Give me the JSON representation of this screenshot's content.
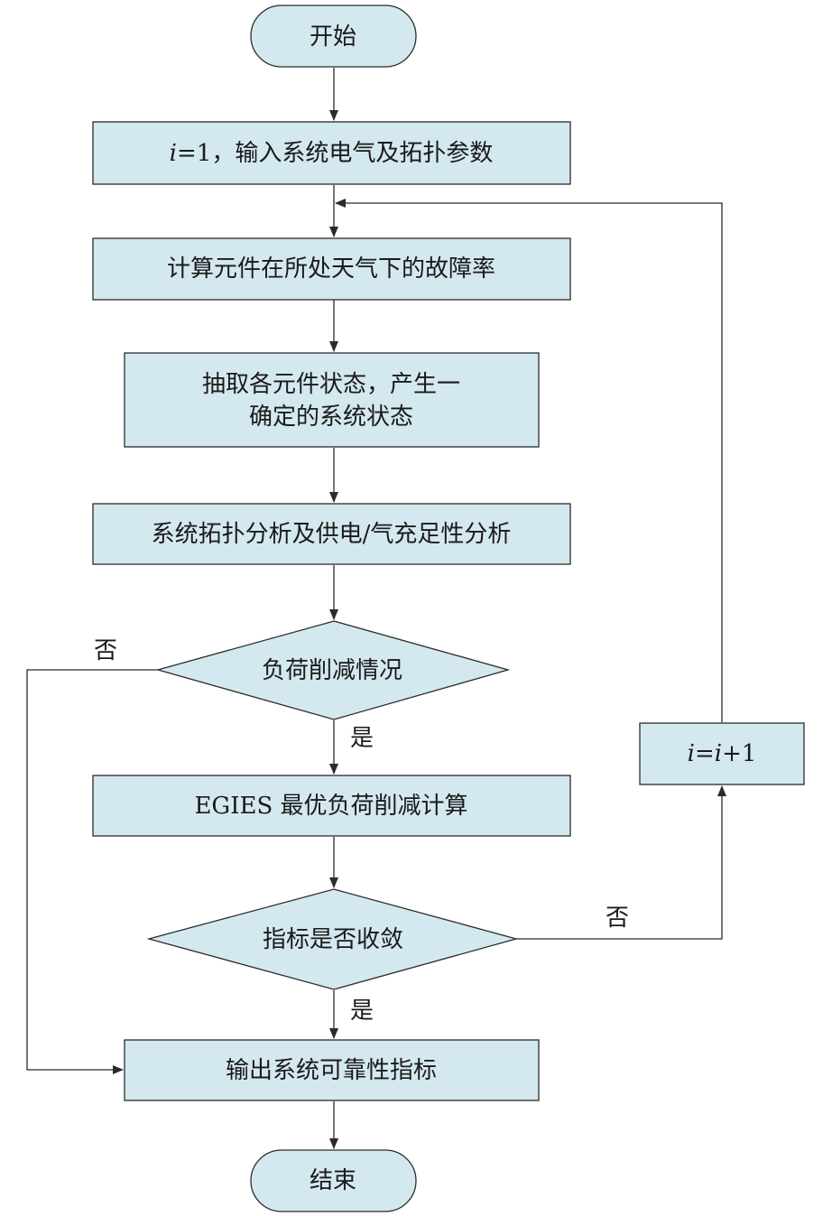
{
  "nodes": {
    "start": "开始",
    "init": {
      "var": "i",
      "rest": "=1，输入系统电气及拓扑参数"
    },
    "calc": "计算元件在所处天气下的故障率",
    "sample": {
      "line1": "抽取各元件状态，产生一",
      "line2": "确定的系统状态"
    },
    "analysis": "系统拓扑分析及供电/气充足性分析",
    "decision_load": "负荷削减情况",
    "optimal": "EGIES 最优负荷削减计算",
    "decision_conv": "指标是否收敛",
    "output": "输出系统可靠性指标",
    "increment": {
      "v1": "i",
      "mid": "=",
      "v2": "i",
      "tail": "+1"
    },
    "end": "结束"
  },
  "edge_labels": {
    "load_no": "否",
    "load_yes": "是",
    "conv_no": "否",
    "conv_yes": "是"
  },
  "colors": {
    "node_fill": "#d4e8ef",
    "stroke": "#2b2b2b"
  }
}
